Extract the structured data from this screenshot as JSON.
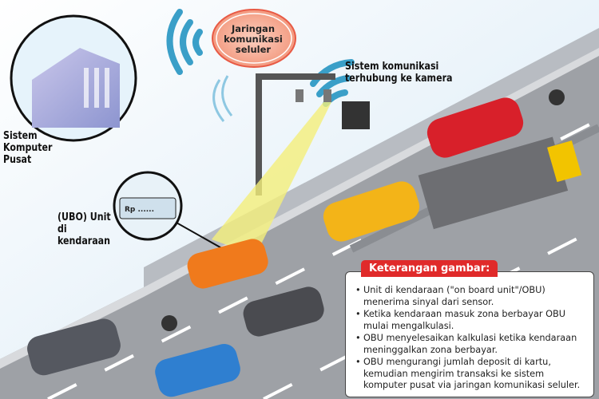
{
  "labels": {
    "central_computer": "Sistem Komputer Pusat",
    "cellular_network": "Jaringan komunikasi seluler",
    "camera_system": "Sistem komunikasi terhubung ke kamera",
    "obu_unit": "(UBO) Unit di kendaraan",
    "obu_display": "Rp ......"
  },
  "legend": {
    "title": "Keterangan gambar:",
    "items": [
      "Unit di kendaraan (\"on board unit\"/OBU) menerima sinyal dari sensor.",
      "Ketika kendaraan masuk zona berbayar OBU mulai mengalkulasi.",
      "OBU menyelesaikan kalkulasi ketika kendaraan meninggalkan zona berbayar.",
      "OBU mengurangi jumlah deposit di kartu, kemudian mengirim transaksi ke sistem komputer pusat via jaringan komunikasi seluler."
    ]
  },
  "colors": {
    "accent": "#e02a2a",
    "signal": "#3a9fc8",
    "road": "#9a9da3",
    "beam": "#f4ef7a"
  }
}
